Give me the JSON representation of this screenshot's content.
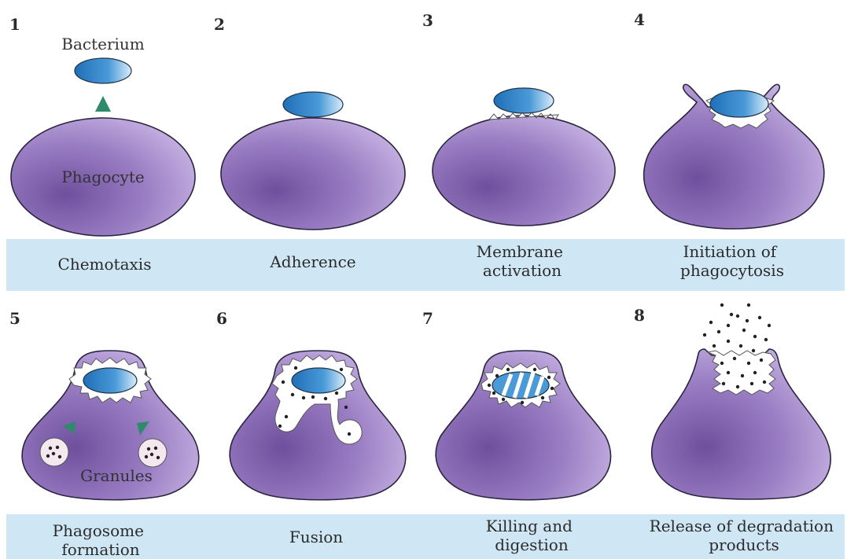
{
  "labels": {
    "bacterium": "Bacterium",
    "phagocyte": "Phagocyte",
    "granules": "Granules"
  },
  "steps": [
    {
      "number": "1",
      "caption": [
        "Chemotaxis"
      ]
    },
    {
      "number": "2",
      "caption": [
        "Adherence"
      ]
    },
    {
      "number": "3",
      "caption": [
        "Membrane",
        "activation"
      ]
    },
    {
      "number": "4",
      "caption": [
        "Initiation of",
        "phagocytosis"
      ]
    },
    {
      "number": "5",
      "caption": [
        "Phagosome",
        "formation"
      ]
    },
    {
      "number": "6",
      "caption": [
        "Fusion"
      ]
    },
    {
      "number": "7",
      "caption": [
        "Killing and",
        "digestion"
      ]
    },
    {
      "number": "8",
      "caption": [
        "Release of degradation",
        "products"
      ]
    }
  ],
  "colors": {
    "cell": "#9b7fc4",
    "cell_dark": "#6e4f9e",
    "bacterium": "#4a9ad8",
    "band": "#cfe6f4",
    "arrow": "#2e8a6a"
  }
}
